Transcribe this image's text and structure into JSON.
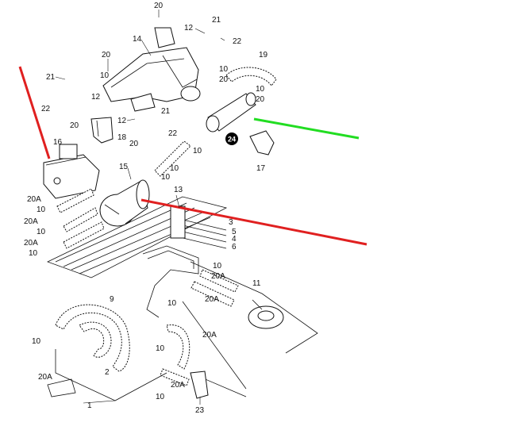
{
  "badge": "24",
  "labels": [
    "20",
    "14",
    "12",
    "21",
    "22",
    "20",
    "21",
    "10",
    "12",
    "22",
    "20",
    "12",
    "21",
    "22",
    "18",
    "20",
    "16",
    "15",
    "10",
    "10",
    "19",
    "10",
    "20",
    "10",
    "20",
    "10",
    "17",
    "13",
    "20A",
    "10",
    "20A",
    "10",
    "20A",
    "10",
    "3",
    "5",
    "4",
    "6",
    "10",
    "20A",
    "11",
    "20A",
    "9",
    "10",
    "20A",
    "10",
    "10",
    "2",
    "20A",
    "20A",
    "10",
    "1",
    "23"
  ],
  "colors": {
    "annotation_red": "#e02020",
    "annotation_green": "#22dd22",
    "ink": "#111111",
    "background": "#ffffff"
  }
}
